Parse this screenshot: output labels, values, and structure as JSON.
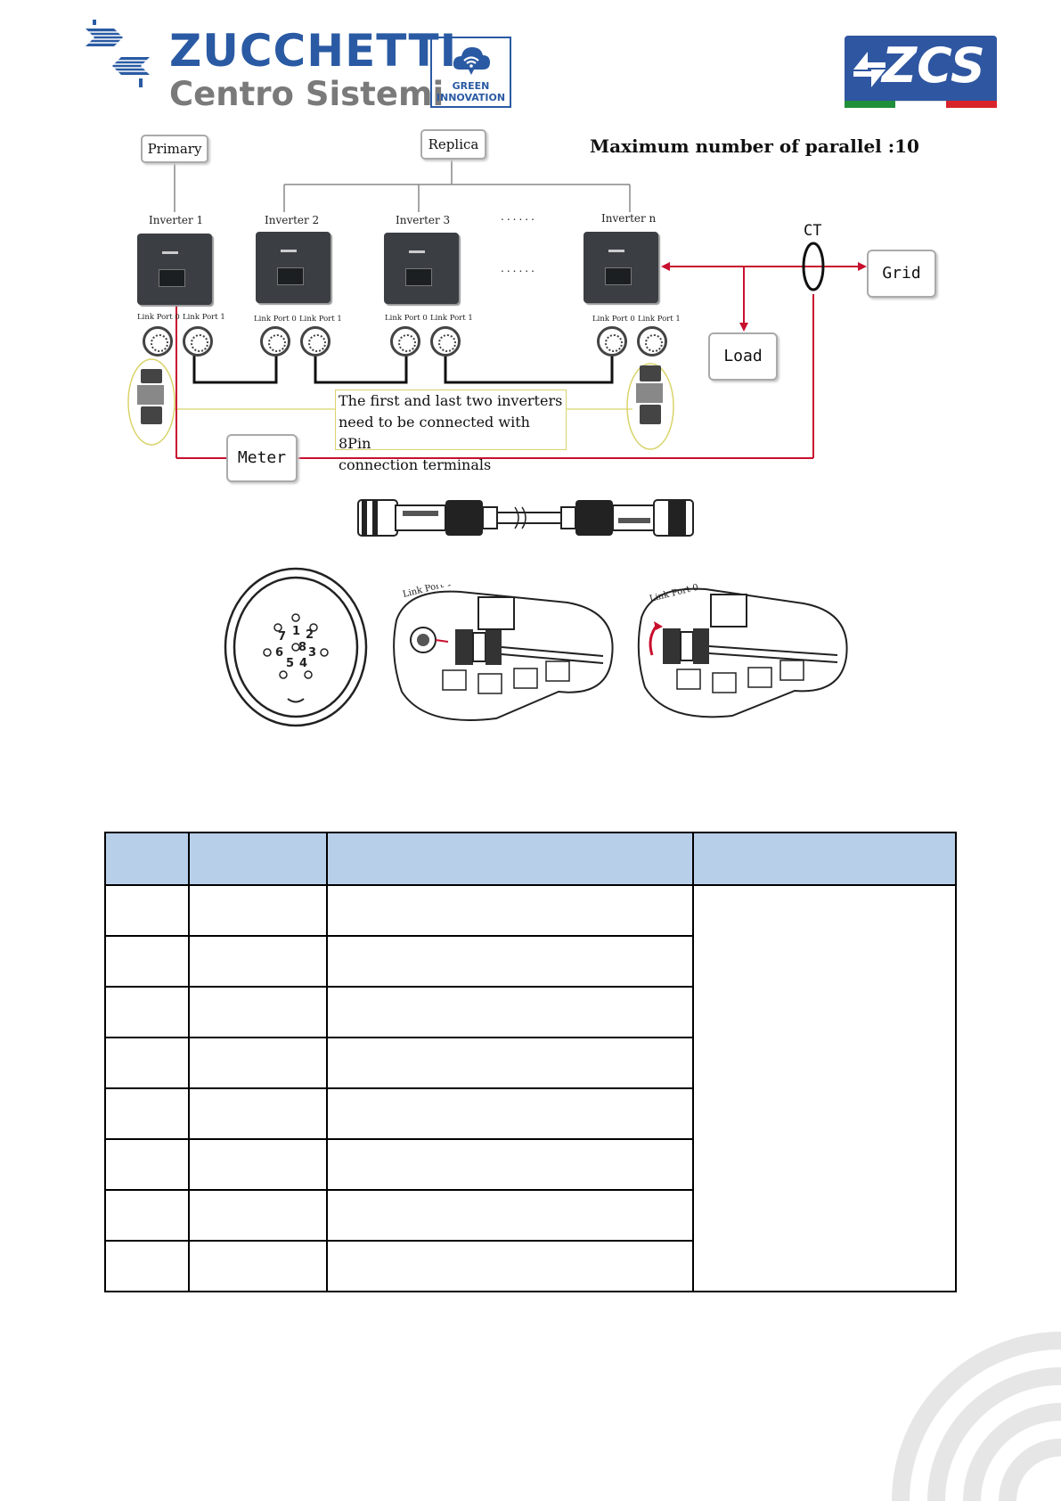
{
  "header": {
    "brand_line1": "ZUCCHETTI",
    "brand_line2": "Centro Sistemi",
    "badge_line1": "GREEN",
    "badge_line2": "INNOVATION",
    "logo_text": "ZCS"
  },
  "diagram": {
    "primary_label": "Primary",
    "replica_label": "Replica",
    "max_parallel": "Maximum number of parallel :10",
    "inverters": [
      "Inverter 1",
      "Inverter 2",
      "Inverter 3",
      "Inverter n"
    ],
    "ellipsis": "......",
    "port0": "Link Port 0",
    "port1": "Link Port 1",
    "ct_label": "CT",
    "grid_label": "Grid",
    "load_label": "Load",
    "meter_label": "Meter",
    "note_lines": [
      "The first and last two inverters",
      "need to be connected with 8Pin",
      "connection terminals"
    ],
    "pin_numbers": [
      "1",
      "2",
      "3",
      "4",
      "5",
      "6",
      "7",
      "8"
    ],
    "link_port_1": "Link Port 1",
    "link_port_0": "Link Port 0"
  },
  "colors": {
    "brand_blue": "#2a5aa3",
    "table_header": "#b8cfe9",
    "wire_red": "#c8102e"
  },
  "table": {
    "headers": [
      "",
      "",
      "",
      ""
    ],
    "rows": [
      [
        "",
        "",
        ""
      ],
      [
        "",
        "",
        ""
      ],
      [
        "",
        "",
        ""
      ],
      [
        "",
        "",
        ""
      ],
      [
        "",
        "",
        ""
      ],
      [
        "",
        "",
        ""
      ],
      [
        "",
        "",
        ""
      ],
      [
        "",
        "",
        ""
      ]
    ],
    "merged_cell": ""
  }
}
